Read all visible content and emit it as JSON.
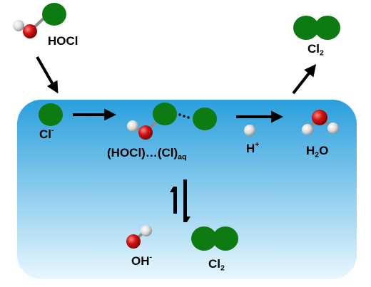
{
  "colors": {
    "solution_top": "#2a9fdc",
    "solution_bottom": "#e9f7fe",
    "chlorine": "#0d7a12",
    "oxygen": "#cc1010",
    "hydrogen": "#e4e4e4",
    "arrow": "#000000"
  },
  "labels": {
    "hocl_gas": "HOCl",
    "cl2_gas_main": "Cl",
    "cl2_gas_sub": "2",
    "chloride_main": "Cl",
    "chloride_sup": "-",
    "complex_main": "(HOCl)…(Cl)",
    "complex_sub": "aq",
    "proton_main": "H",
    "proton_sup": "+",
    "water_main": "H",
    "water_sub": "2",
    "water_tail": "O",
    "hydroxide_main": "OH",
    "hydroxide_sup": "-",
    "cl2_aq_main": "Cl",
    "cl2_aq_sub": "2"
  },
  "molecules": {
    "hocl_gas": "hocl-molecule",
    "cl2_gas": "cl2-molecule",
    "chloride": "chloride-ion",
    "complex": "hocl-chloride-complex",
    "proton": "proton",
    "water": "water-molecule",
    "hydroxide": "hydroxide-ion",
    "cl2_aq": "cl2-molecule"
  }
}
